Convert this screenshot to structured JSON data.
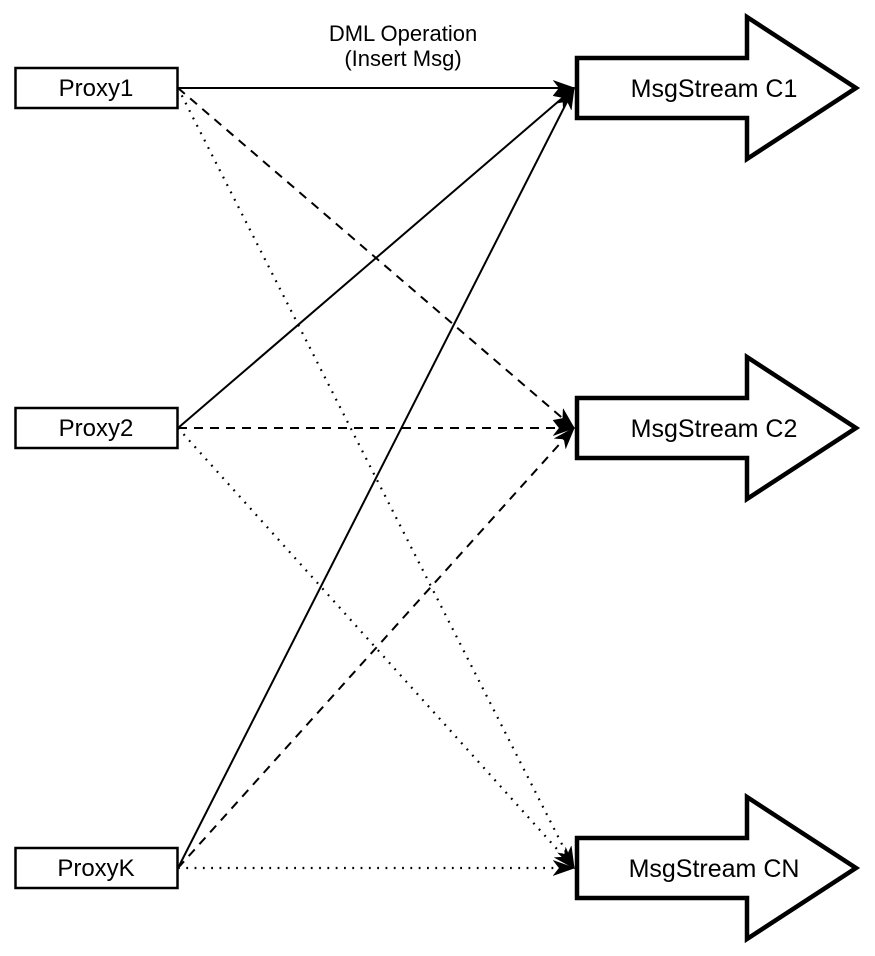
{
  "diagram": {
    "title": {
      "line1": "DML Operation",
      "line2": "(Insert Msg)"
    },
    "proxies": [
      {
        "id": "proxy1",
        "label": "Proxy1"
      },
      {
        "id": "proxy2",
        "label": "Proxy2"
      },
      {
        "id": "proxyk",
        "label": "ProxyK"
      }
    ],
    "streams": [
      {
        "id": "c1",
        "label": "MsgStream C1"
      },
      {
        "id": "c2",
        "label": "MsgStream C2"
      },
      {
        "id": "cn",
        "label": "MsgStream CN"
      }
    ],
    "connections": [
      {
        "from": "proxy1",
        "to": "c1",
        "style": "solid"
      },
      {
        "from": "proxy2",
        "to": "c1",
        "style": "solid"
      },
      {
        "from": "proxyk",
        "to": "c1",
        "style": "solid"
      },
      {
        "from": "proxy1",
        "to": "c2",
        "style": "dashed"
      },
      {
        "from": "proxy2",
        "to": "c2",
        "style": "dashed"
      },
      {
        "from": "proxyk",
        "to": "c2",
        "style": "dashed"
      },
      {
        "from": "proxy1",
        "to": "cn",
        "style": "dotted"
      },
      {
        "from": "proxy2",
        "to": "cn",
        "style": "dotted"
      },
      {
        "from": "proxyk",
        "to": "cn",
        "style": "dotted"
      }
    ],
    "colors": {
      "stroke": "#000000",
      "fill": "#ffffff"
    }
  }
}
